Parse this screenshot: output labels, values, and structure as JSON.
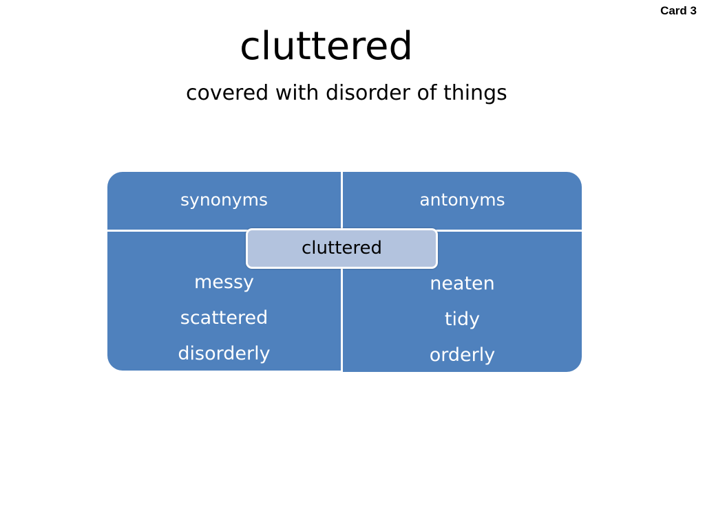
{
  "card_label": "Card 3",
  "word": "cluttered",
  "definition": "covered with disorder of things",
  "diagram": {
    "synonyms_header": "synonyms",
    "antonyms_header": "antonyms",
    "center_word": "cluttered",
    "synonyms": [
      "messy",
      "scattered",
      "disorderly"
    ],
    "antonyms": [
      "neaten",
      "tidy",
      "orderly"
    ]
  },
  "colors": {
    "quadrant_fill": "#4f81bd",
    "center_fill": "#b3c3de",
    "text_on_blue": "#ffffff"
  }
}
